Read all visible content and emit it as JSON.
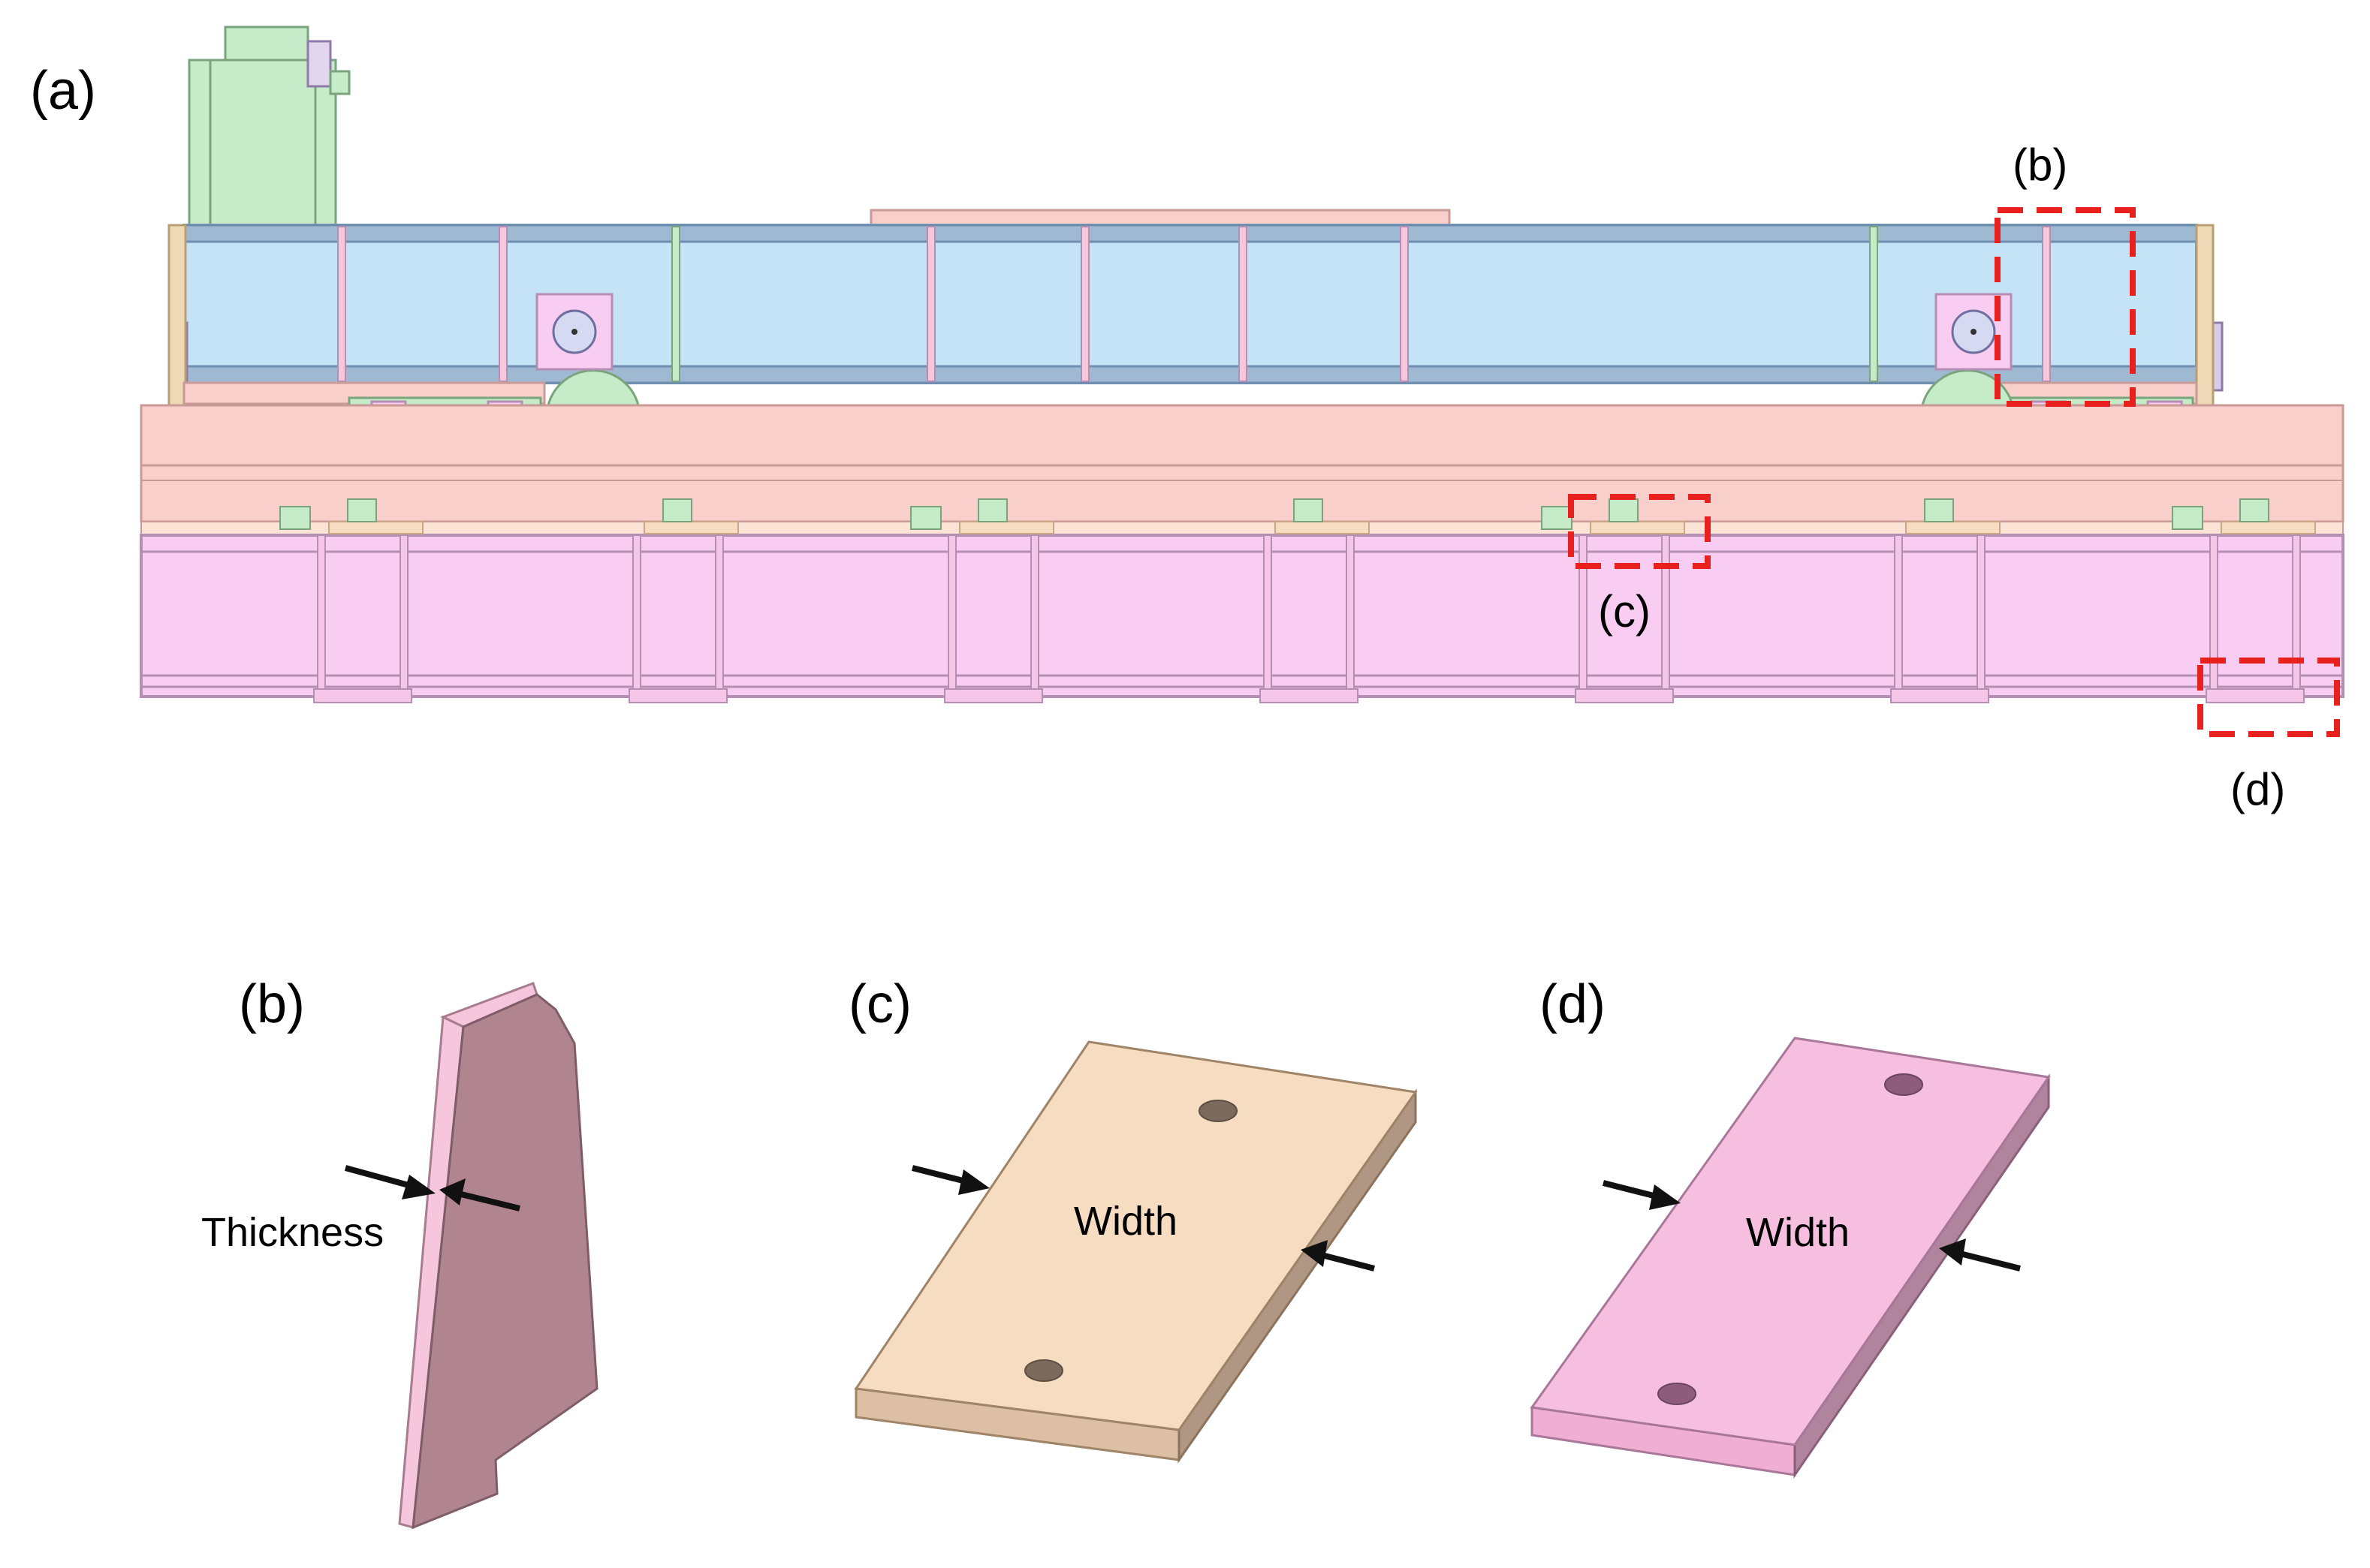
{
  "labels": {
    "panel_a": "(a)",
    "panel_b": "(b)",
    "panel_c": "(c)",
    "panel_d": "(d)",
    "callout_b": "(b)",
    "callout_c": "(c)",
    "callout_d": "(d)"
  },
  "annotations": {
    "thickness": "Thickness",
    "width_c": "Width",
    "width_d": "Width"
  },
  "colors": {
    "beam_blue": "#c5e3f7",
    "beam_blue_edge": "#6f8fb0",
    "rail_salmon": "#f8cfcb",
    "rail_edge": "#c99a96",
    "girder_pink": "#f9cdf1",
    "girder_edge": "#b58fb3",
    "motor_green": "#c6ebc9",
    "motor_edge": "#7aa57c",
    "plate_peach": "#f6dcc0",
    "plate_pink": "#f6bfdf",
    "stiffener_mauve": "#b08590",
    "callout_red": "#e8201e",
    "arrow_black": "#111111"
  },
  "icons": [
    "arrow-icon"
  ]
}
